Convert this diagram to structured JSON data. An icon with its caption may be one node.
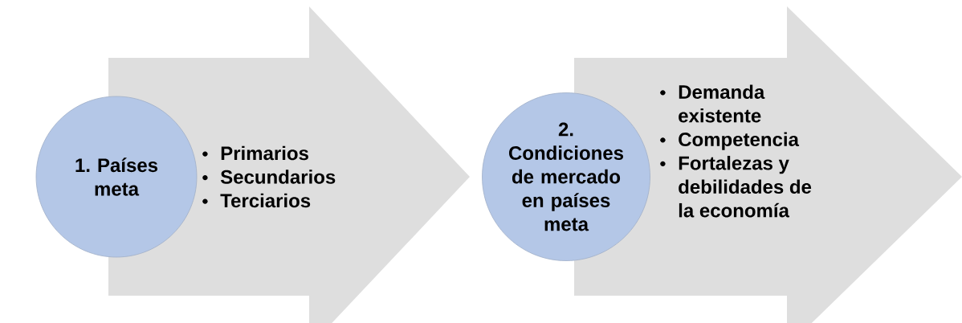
{
  "diagram": {
    "nodes": [
      {
        "text": [
          "1. Países meta"
        ]
      },
      {
        "text": [
          "Primarios",
          "Secundarios",
          "Terciarios"
        ]
      },
      {
        "text": [
          "2. Condiciones de mercado en países meta"
        ]
      },
      {
        "text": [
          "Demanda existente",
          "Competencia",
          "Fortalezas y debilidades de la economía"
        ]
      }
    ]
  }
}
